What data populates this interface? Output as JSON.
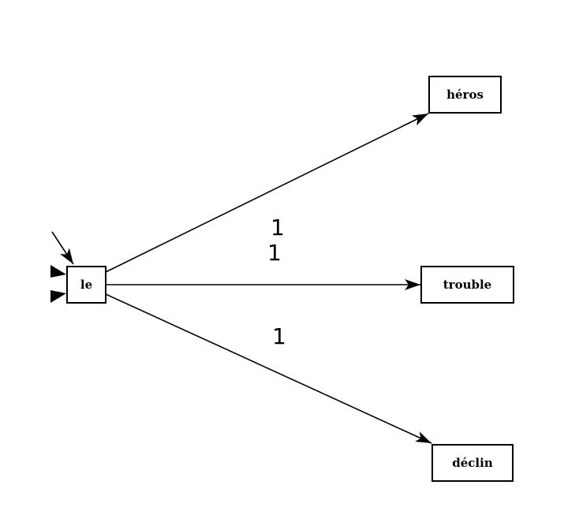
{
  "nodes": [
    {
      "id": "le",
      "label": "le"
    },
    {
      "id": "heros",
      "label": "héros"
    },
    {
      "id": "trouble",
      "label": "trouble"
    },
    {
      "id": "declin",
      "label": "déclin"
    }
  ],
  "edges": [
    {
      "from": "le",
      "to": "heros",
      "label": "1"
    },
    {
      "from": "le",
      "to": "trouble",
      "label": "1"
    },
    {
      "from": "le",
      "to": "declin",
      "label": "1"
    }
  ],
  "colors": {
    "stroke": "#000000",
    "background": "#ffffff"
  }
}
